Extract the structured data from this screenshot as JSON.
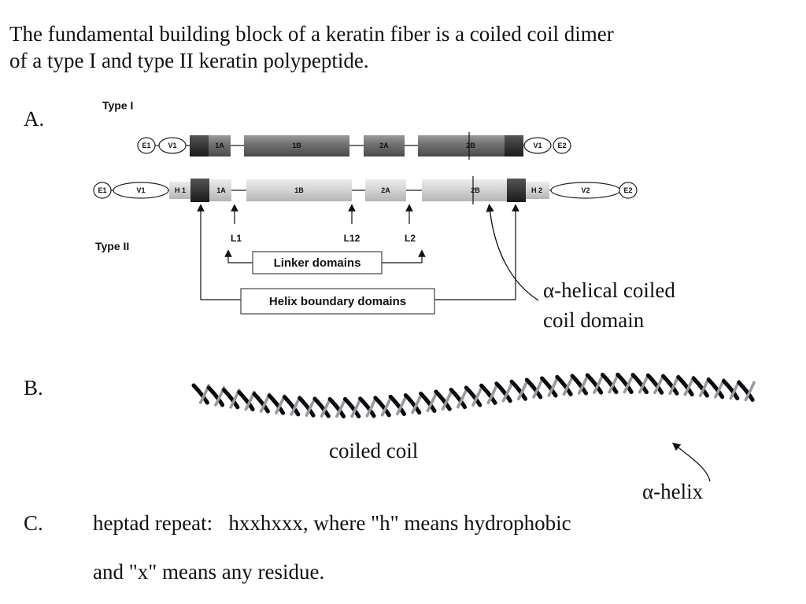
{
  "intro": {
    "line1": "The fundamental building block of a keratin fiber is a coiled coil dimer",
    "line2": "of a type I and type II keratin polypeptide."
  },
  "sections": {
    "a": "A.",
    "b": "B.",
    "c": "C."
  },
  "diagram_a": {
    "type1_label": "Type  I",
    "type2_label": "Type  II",
    "type1_segments": [
      "E1",
      "V1",
      "1A",
      "1B",
      "2A",
      "2B",
      "V1",
      "E2"
    ],
    "type2_segments": [
      "E1",
      "V1",
      "H 1",
      "1A",
      "1B",
      "2A",
      "2B",
      "H 2",
      "V2",
      "E2"
    ],
    "linkers": [
      "L1",
      "L12",
      "L2"
    ],
    "linker_domains_box": "Linker domains",
    "helix_boundary_box": "Helix boundary domains",
    "helical_domain_line1": "α-helical coiled",
    "helical_domain_line2": "coil domain"
  },
  "diagram_b": {
    "coiled_coil_label": "coiled coil",
    "alpha_helix_label": "α-helix",
    "colors": {
      "strand1": "#0b0b0b",
      "strand1_hi": "#9a9a9a",
      "strand2": "#1d2fd6",
      "strand2_hi": "#26c2f0"
    }
  },
  "section_c": {
    "line1": "heptad repeat:   hxxhxxx, where \"h\" means hydrophobic",
    "line2": "and \"x\" means any residue."
  }
}
